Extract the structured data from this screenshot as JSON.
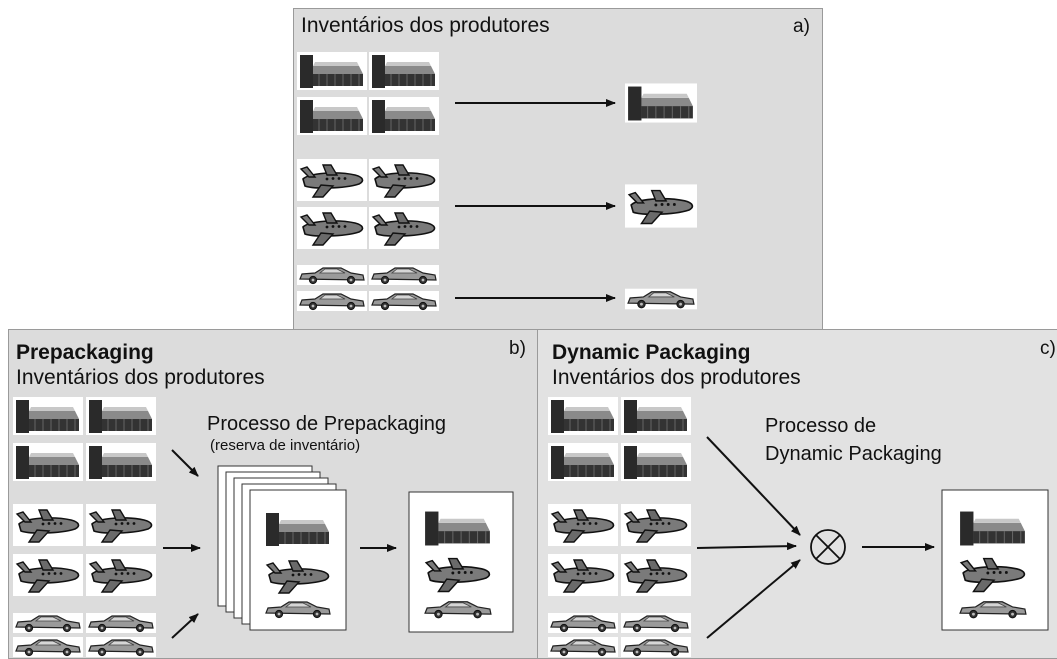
{
  "panel_a": {
    "subtitle": "Inventários dos produtores",
    "tag": "a)"
  },
  "panel_b": {
    "title": "Prepackaging",
    "subtitle": "Inventários dos produtores",
    "tag": "b)",
    "process_title": "Processo de Prepackaging",
    "process_note": "(reserva de inventário)"
  },
  "panel_c": {
    "title": "Dynamic Packaging",
    "subtitle": "Inventários dos produtores",
    "tag": "c)",
    "process_line1": "Processo de",
    "process_line2": "Dynamic Packaging",
    "combine_symbol": "⊗"
  },
  "icons": [
    "bed-icon",
    "airplane-icon",
    "car-icon",
    "arrow-icon",
    "combine-circle-icon"
  ],
  "colors": {
    "panel": "#dcdcdc",
    "panel_c": "#e2e2e2",
    "icon_dark": "#2a2a2a",
    "icon_gray": "#8a8a8a"
  }
}
